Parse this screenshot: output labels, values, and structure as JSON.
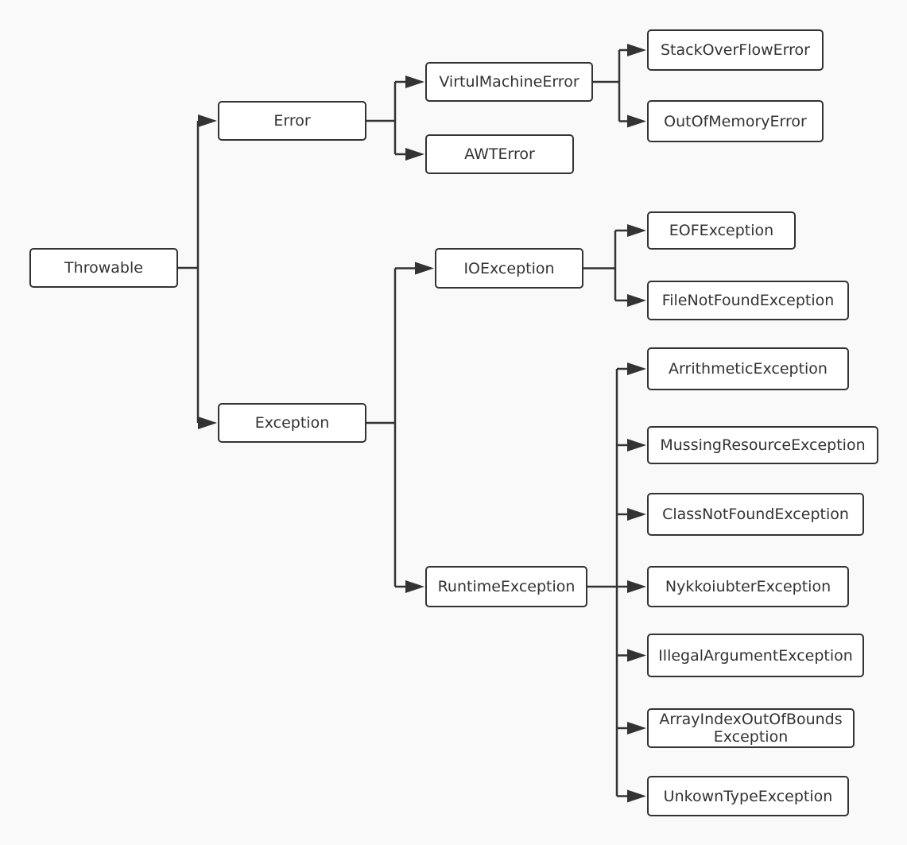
{
  "colors": {
    "background": "#f9f9f9",
    "node_fill": "#ffffff",
    "stroke": "#333333",
    "text": "#333333"
  },
  "nodes": {
    "throwable": "Throwable",
    "error": "Error",
    "exception": "Exception",
    "virtual_machine_error": "VirtulMachineError",
    "awt_error": "AWTError",
    "stack_overflow_error": "StackOverFlowError",
    "out_of_memory_error": "OutOfMemoryError",
    "io_exception": "IOException",
    "runtime_exception": "RuntimeException",
    "eof_exception": "EOFException",
    "file_not_found_exception": "FileNotFoundException",
    "arithmetic_exception": "ArrithmeticException",
    "missing_resource_exception": "MussingResourceException",
    "class_not_found_exception": "ClassNotFoundException",
    "null_pointer_exception": "NykkoiubterException",
    "illegal_argument_exception": "IllegalArgumentException",
    "array_index_exception_line1": "ArrayIndexOutOfBounds",
    "array_index_exception_line2": "Exception",
    "unknown_type_exception": "UnkownTypeException"
  },
  "edges": [
    [
      "throwable",
      "error"
    ],
    [
      "throwable",
      "exception"
    ],
    [
      "error",
      "virtual_machine_error"
    ],
    [
      "error",
      "awt_error"
    ],
    [
      "virtual_machine_error",
      "stack_overflow_error"
    ],
    [
      "virtual_machine_error",
      "out_of_memory_error"
    ],
    [
      "exception",
      "io_exception"
    ],
    [
      "exception",
      "runtime_exception"
    ],
    [
      "io_exception",
      "eof_exception"
    ],
    [
      "io_exception",
      "file_not_found_exception"
    ],
    [
      "runtime_exception",
      "arithmetic_exception"
    ],
    [
      "runtime_exception",
      "missing_resource_exception"
    ],
    [
      "runtime_exception",
      "class_not_found_exception"
    ],
    [
      "runtime_exception",
      "null_pointer_exception"
    ],
    [
      "runtime_exception",
      "illegal_argument_exception"
    ],
    [
      "runtime_exception",
      "array_index_exception"
    ],
    [
      "runtime_exception",
      "unknown_type_exception"
    ]
  ]
}
